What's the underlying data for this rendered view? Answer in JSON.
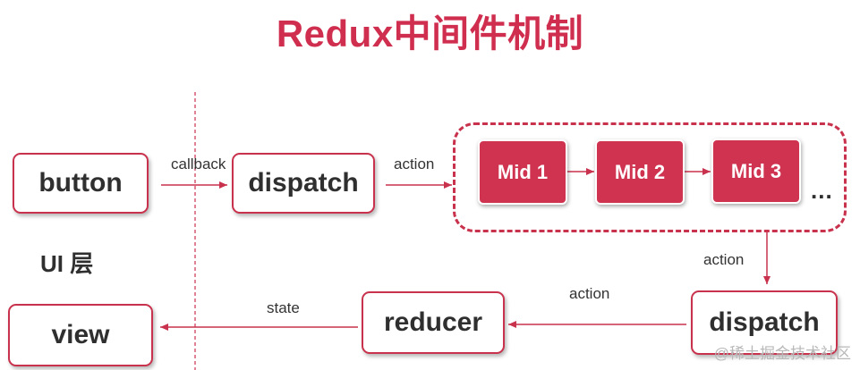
{
  "title": "Redux中间件机制",
  "nodes": {
    "button": "button",
    "dispatch_top": "dispatch",
    "mid1": "Mid 1",
    "mid2": "Mid 2",
    "mid3": "Mid 3",
    "ellipsis": "...",
    "dispatch_bottom": "dispatch",
    "reducer": "reducer",
    "view": "view"
  },
  "labels": {
    "callback": "callback",
    "action_top": "action",
    "action_right": "action",
    "action_bottom": "action",
    "state": "state",
    "ui_layer": "UI 层"
  },
  "watermark": "@稀土掘金技术社区",
  "colors": {
    "accent": "#d02e4e",
    "box_border": "#c9324d",
    "mid_fill": "#cf3350"
  }
}
